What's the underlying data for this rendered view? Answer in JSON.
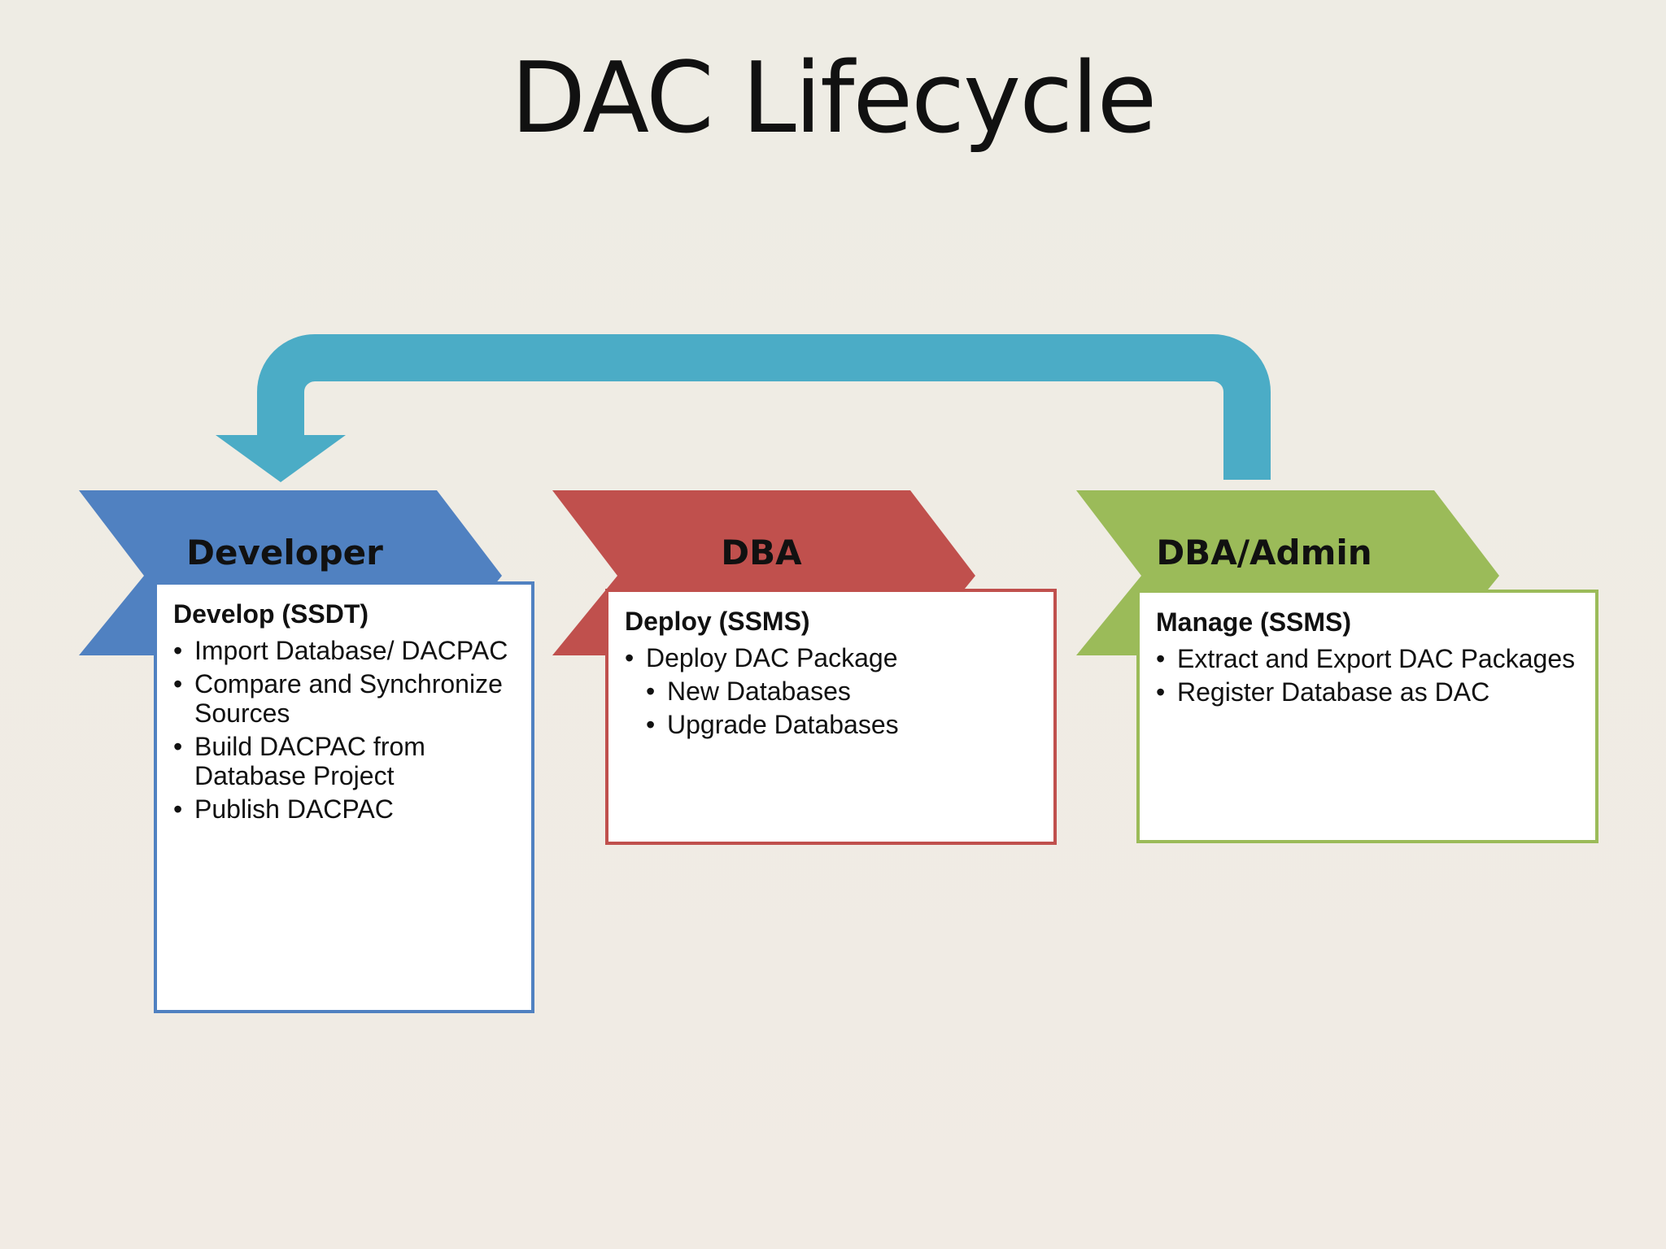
{
  "title": "DAC Lifecycle",
  "colors": {
    "developer": "#5081c1",
    "dba": "#c0504d",
    "dba_admin": "#9bbb59",
    "loop_arrow": "#4bacc6"
  },
  "stages": [
    {
      "label": "Developer",
      "box_title": "Develop (SSDT)",
      "items": [
        "Import Database/ DACPAC",
        "Compare and Synchronize Sources",
        "Build DACPAC from Database Project",
        "Publish DACPAC"
      ]
    },
    {
      "label": "DBA",
      "box_title": "Deploy (SSMS)",
      "items": [
        "Deploy DAC Package"
      ],
      "sub_items": [
        "New Databases",
        "Upgrade Databases"
      ]
    },
    {
      "label": "DBA/Admin",
      "box_title": "Manage (SSMS)",
      "items": [
        "Extract and Export DAC Packages",
        "Register Database as DAC"
      ]
    }
  ]
}
